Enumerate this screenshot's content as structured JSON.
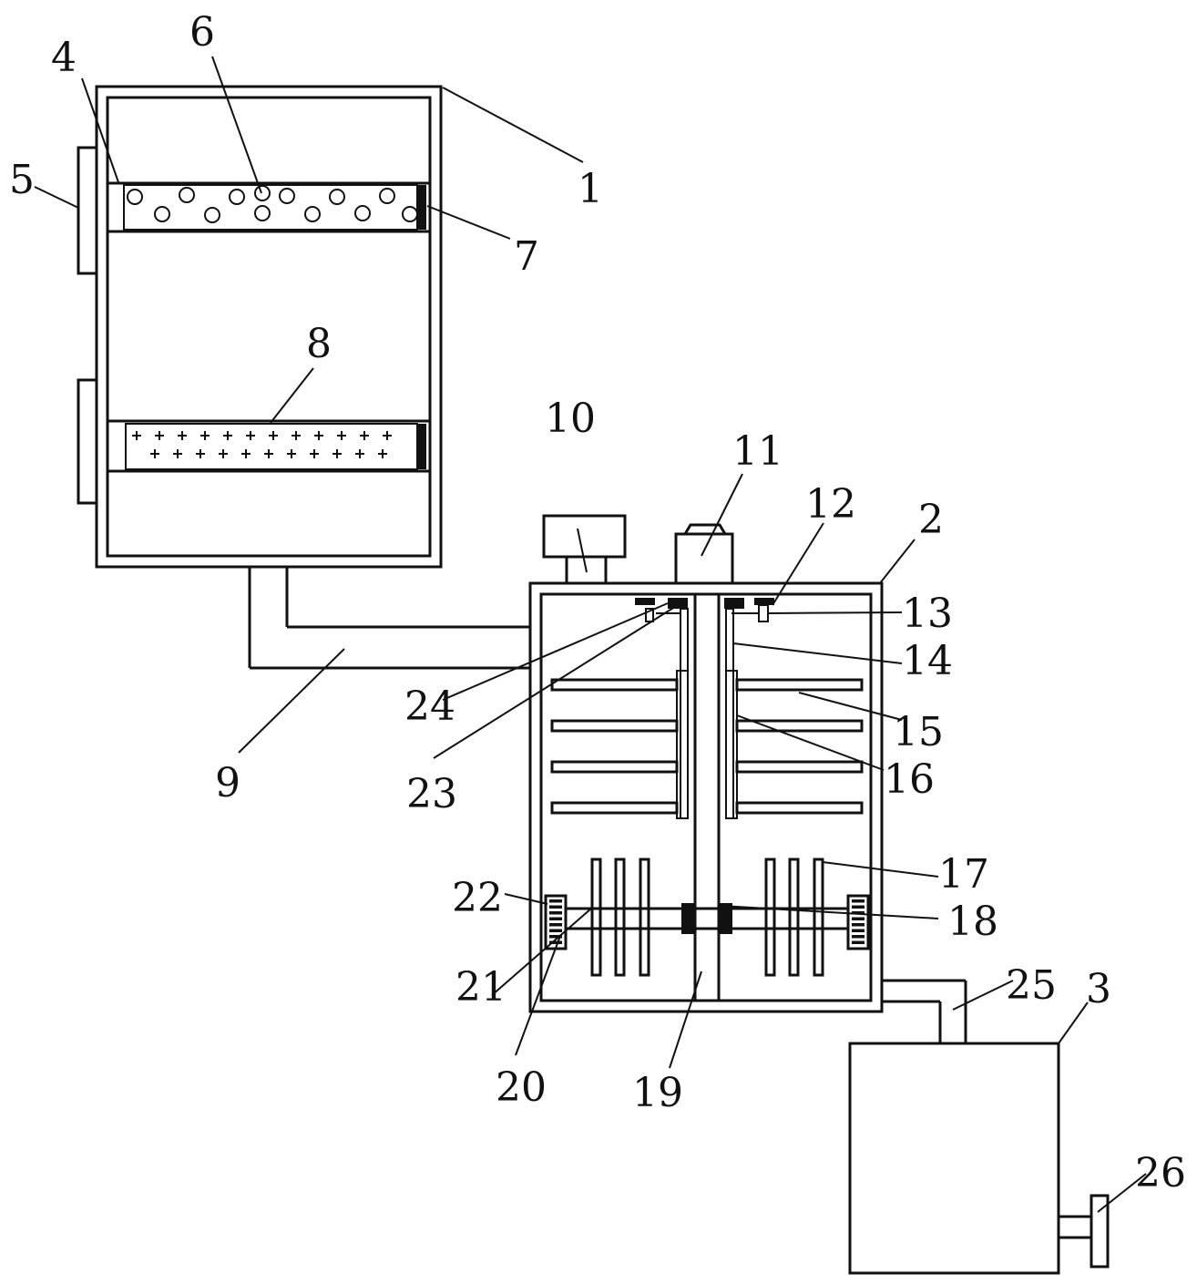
{
  "labels": {
    "n1": "1",
    "n2": "2",
    "n3": "3",
    "n4": "4",
    "n5": "5",
    "n6": "6",
    "n7": "7",
    "n8": "8",
    "n9": "9",
    "n10": "10",
    "n11": "11",
    "n12": "12",
    "n13": "13",
    "n14": "14",
    "n15": "15",
    "n16": "16",
    "n17": "17",
    "n18": "18",
    "n19": "19",
    "n20": "20",
    "n21": "21",
    "n22": "22",
    "n23": "23",
    "n24": "24",
    "n25": "25",
    "n26": "26"
  }
}
